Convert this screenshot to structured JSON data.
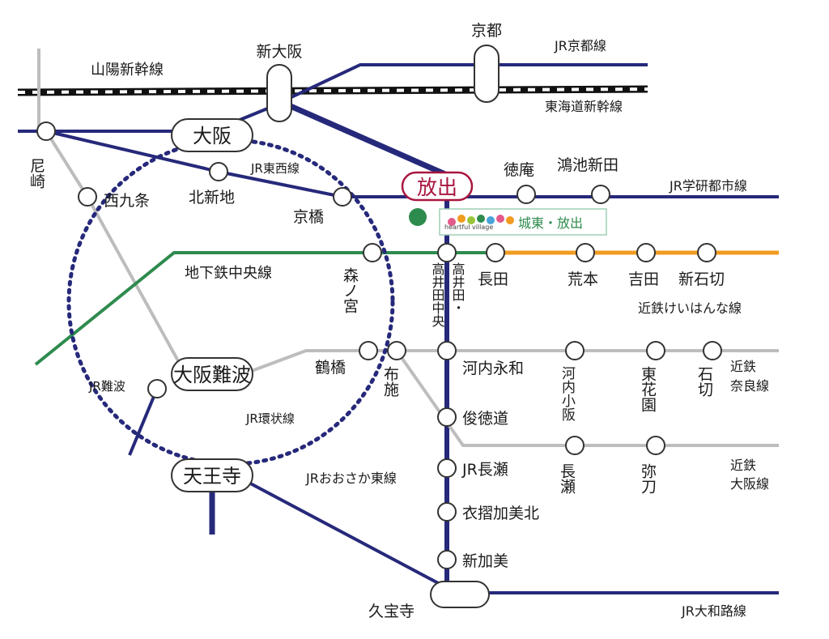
{
  "colors": {
    "jr": "#26297a",
    "chuo": "#2e8b4e",
    "keihanna": "#f19b1f",
    "kintetsu": "#bdbdbd",
    "hanaten_red": "#a8163f",
    "brand_green": "#2e8b4e"
  },
  "lines": {
    "sanyo_shinkansen": "山陽新幹線",
    "jr_kyoto": "JR京都線",
    "tokaido_shinkansen": "東海道新幹線",
    "jr_tozai": "JR東西線",
    "jr_gakkentoshi": "JR学研都市線",
    "chuo": "地下鉄中央線",
    "keihanna": "近鉄けいはんな線",
    "kintetsu_nara_1": "近鉄",
    "kintetsu_nara_2": "奈良線",
    "jr_namba": "JR難波",
    "jr_loop": "JR環状線",
    "jr_osaka_higashi": "JRおおさか東線",
    "kintetsu_osaka_1": "近鉄",
    "kintetsu_osaka_2": "大阪線",
    "jr_yamatoji": "JR大和路線"
  },
  "stations": {
    "kyoto": "京都",
    "shin_osaka": "新大阪",
    "osaka": "大阪",
    "amagasaki": "尼崎",
    "nishikujo": "西九条",
    "kitashinchi": "北新地",
    "kyobashi": "京橋",
    "hanaten": "放出",
    "tokuan": "徳庵",
    "konoike_shinden": "鴻池新田",
    "morinomiya": "森ノ宮",
    "takaida_chuo_a": "高井田中央",
    "takaida_chuo_b": "高井田・",
    "nagata": "長田",
    "aramoto": "荒本",
    "yoshida": "吉田",
    "shin_ishikiri": "新石切",
    "osaka_namba": "大阪難波",
    "tsuruhashi": "鶴橋",
    "fuse": "布施",
    "kawachi_eiwa": "河内永和",
    "kawachi_kosaka": "河内小阪",
    "higashi_hanazono": "東花園",
    "ishikiri": "石切",
    "shuntokumichi": "俊徳道",
    "nagase": "長瀬",
    "yao": "弥刀",
    "jr_nagase": "JR長瀬",
    "kizuri_kamikita": "衣摺加美北",
    "shin_kami": "新加美",
    "tennoji": "天王寺",
    "kyuhoji": "久宝寺"
  },
  "brand": {
    "logo_text": "heartful village",
    "label": "城東・放出"
  }
}
